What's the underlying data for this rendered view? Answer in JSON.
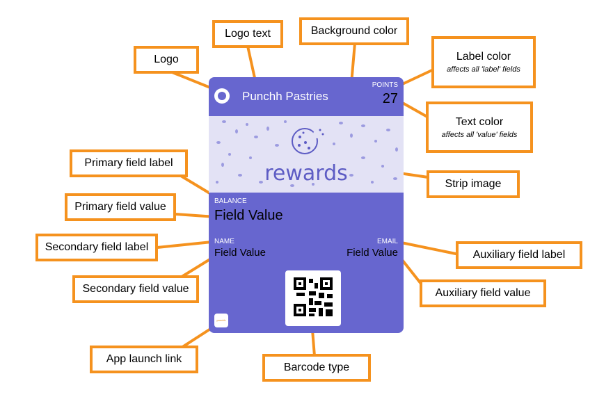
{
  "pass": {
    "logo_text": "Punchh Pastries",
    "header_field_label": "POINTS",
    "header_field_value": "27",
    "strip_text": "rewards",
    "primary_label": "BALANCE",
    "primary_value": "Field Value",
    "secondary_label": "NAME",
    "secondary_value": "Field Value",
    "auxiliary_label": "EMAIL",
    "auxiliary_value": "Field Value",
    "app_icon_text": "punchh",
    "background_color": "#6766cf",
    "label_color": "#ffffff",
    "text_color": "#000000"
  },
  "callouts": {
    "logo": "Logo",
    "logo_text": "Logo text",
    "background_color": "Background color",
    "label_color": "Label color",
    "label_color_note": "affects all 'label' fields",
    "text_color": "Text color",
    "text_color_note": "affects all 'value' fields",
    "strip_image": "Strip image",
    "primary_field_label": "Primary field label",
    "primary_field_value": "Primary field value",
    "secondary_field_label": "Secondary field label",
    "secondary_field_value": "Secondary field value",
    "auxiliary_field_label": "Auxiliary field label",
    "auxiliary_field_value": "Auxiliary field value",
    "app_launch_link": "App launch link",
    "barcode_type": "Barcode type"
  },
  "colors": {
    "callout_border": "#f5921e"
  }
}
